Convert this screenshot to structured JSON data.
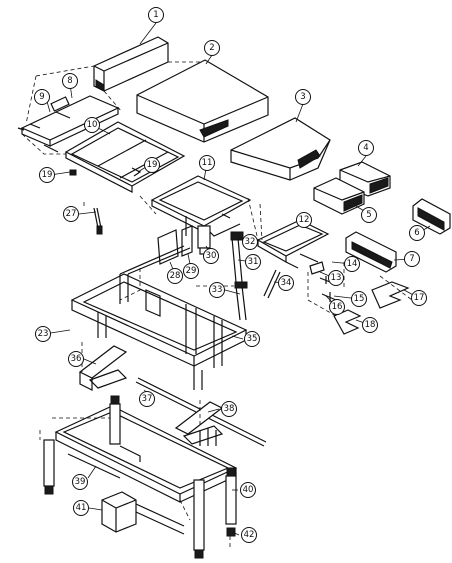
{
  "parts": [
    {
      "num": "1"
    },
    {
      "num": "2"
    },
    {
      "num": "3"
    },
    {
      "num": "4"
    },
    {
      "num": "5"
    },
    {
      "num": "6"
    },
    {
      "num": "7"
    },
    {
      "num": "8"
    },
    {
      "num": "9"
    },
    {
      "num": "10"
    },
    {
      "num": "11"
    },
    {
      "num": "12"
    },
    {
      "num": "13"
    },
    {
      "num": "14"
    },
    {
      "num": "15"
    },
    {
      "num": "16"
    },
    {
      "num": "17"
    },
    {
      "num": "18"
    },
    {
      "num": "19"
    },
    {
      "num": "19"
    },
    {
      "num": "23"
    },
    {
      "num": "27"
    },
    {
      "num": "28"
    },
    {
      "num": "29"
    },
    {
      "num": "30"
    },
    {
      "num": "31"
    },
    {
      "num": "32"
    },
    {
      "num": "33"
    },
    {
      "num": "34"
    },
    {
      "num": "35"
    },
    {
      "num": "36"
    },
    {
      "num": "37"
    },
    {
      "num": "38"
    },
    {
      "num": "39"
    },
    {
      "num": "40"
    },
    {
      "num": "41"
    },
    {
      "num": "42"
    }
  ],
  "colors": {
    "ink": "#111111",
    "paper": "#ffffff",
    "cushion_shadow": "#1a1a1a"
  }
}
